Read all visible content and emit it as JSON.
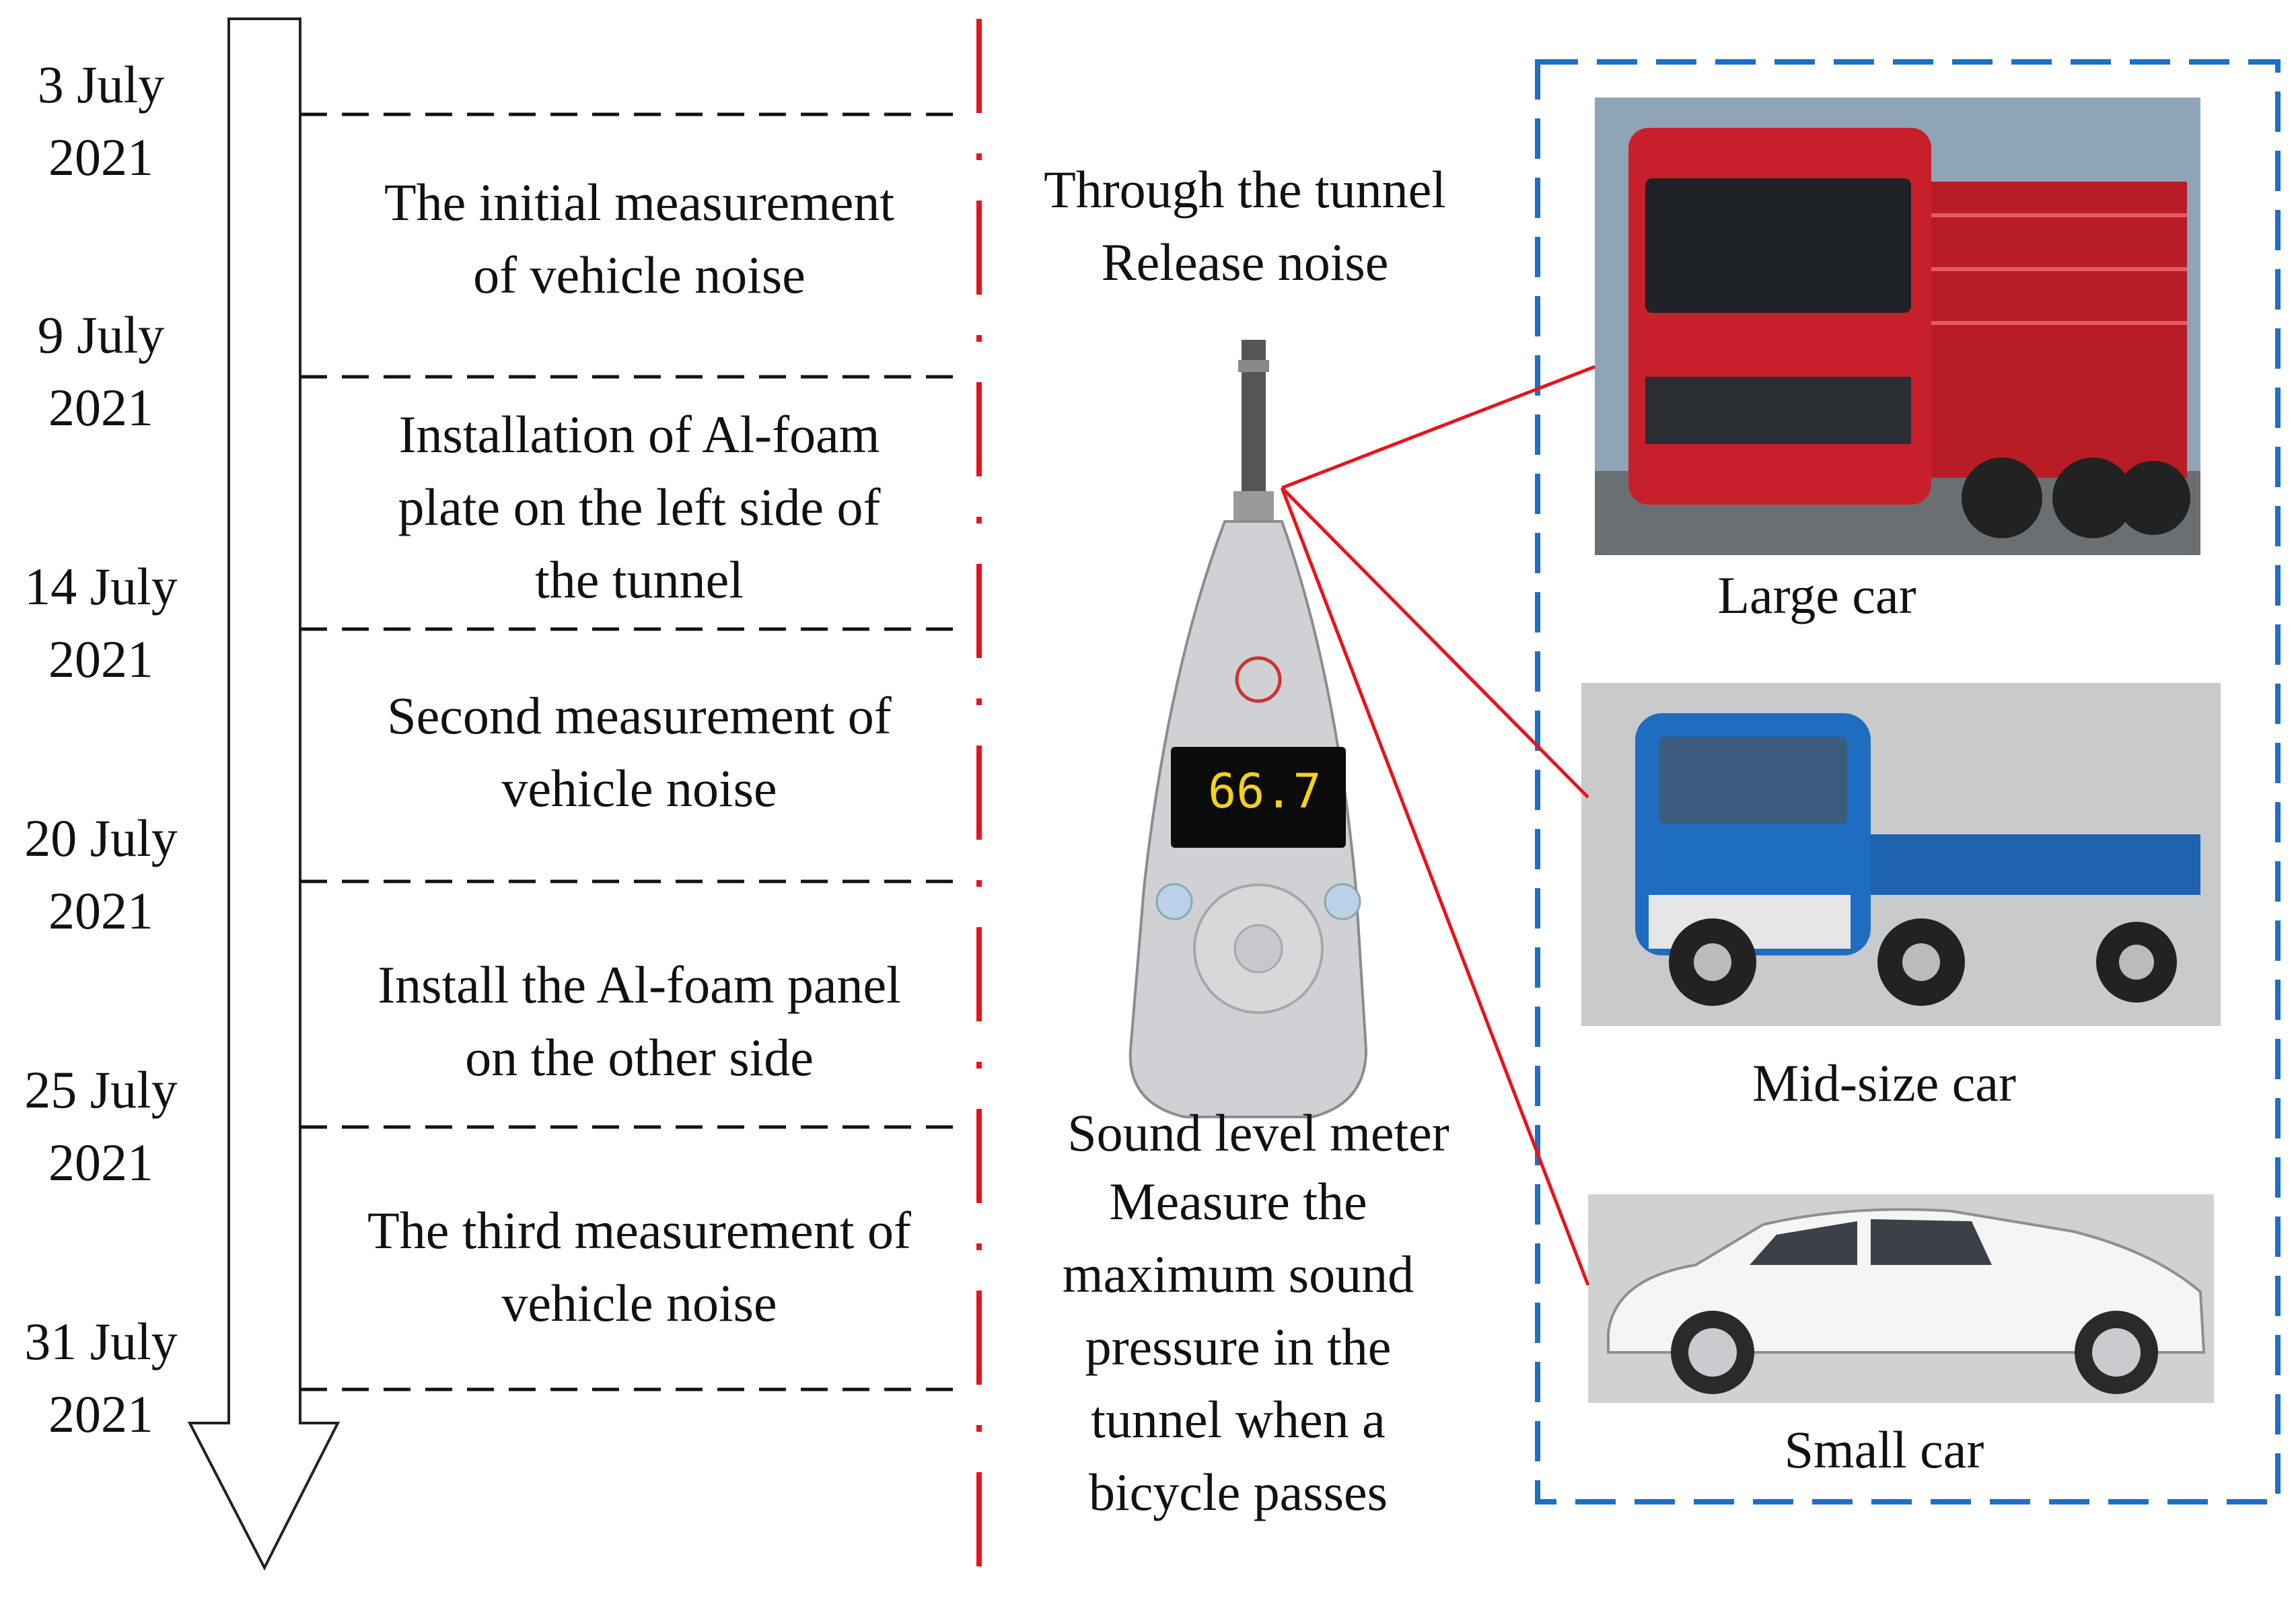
{
  "timeline": {
    "dates": [
      {
        "day": "3 July",
        "year": "2021"
      },
      {
        "day": "9 July",
        "year": "2021"
      },
      {
        "day": "14 July",
        "year": "2021"
      },
      {
        "day": "20 July",
        "year": "2021"
      },
      {
        "day": "25 July",
        "year": "2021"
      },
      {
        "day": "31 July",
        "year": "2021"
      }
    ],
    "steps": [
      [
        "The initial measurement",
        "of vehicle noise"
      ],
      [
        "Installation of Al-foam",
        "plate on the left side of",
        "the tunnel"
      ],
      [
        "Second measurement of",
        "vehicle noise"
      ],
      [
        "Install the Al-foam panel",
        "on the other side"
      ],
      [
        "The third measurement of",
        "vehicle noise"
      ]
    ]
  },
  "meter": {
    "top_caption": [
      "Through the tunnel",
      "Release noise"
    ],
    "name": "Sound level meter",
    "description": [
      "Measure the",
      "maximum sound",
      "pressure in the",
      "tunnel when a",
      "bicycle passes"
    ],
    "display_reading": "66.7"
  },
  "vehicles": [
    {
      "label": "Large car"
    },
    {
      "label": "Mid-size car"
    },
    {
      "label": "Small car"
    }
  ],
  "colors": {
    "red_line": "#e8141b",
    "blue_box": "#1f6fc4",
    "truck_red": "#c8202a",
    "truck_blue": "#1f6dc1"
  }
}
